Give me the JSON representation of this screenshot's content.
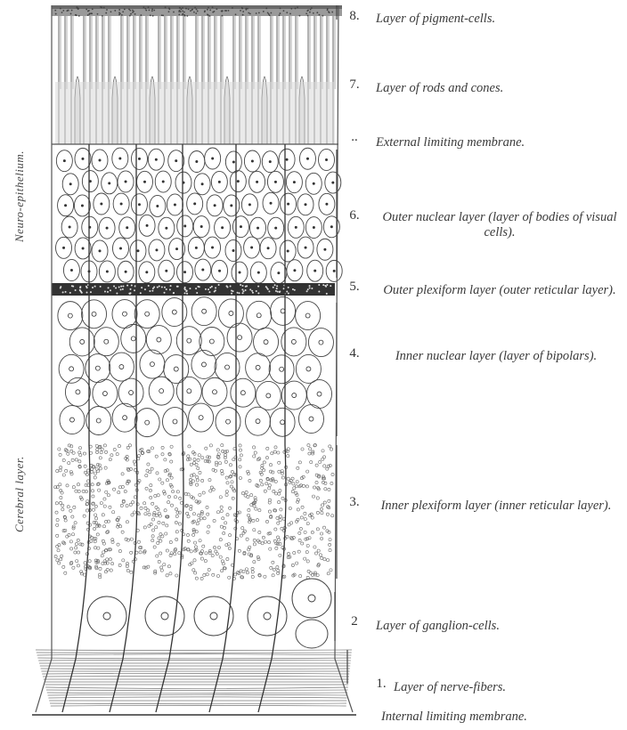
{
  "side_labels": {
    "upper": "Neuro-epithelium.",
    "lower": "Cerebral layer."
  },
  "layers": [
    {
      "number": "8.",
      "label": "Layer of pigment-cells."
    },
    {
      "number": "7.",
      "label": "Layer of rods and cones."
    },
    {
      "number": "..",
      "label": "External limiting membrane."
    },
    {
      "number": "6.",
      "label": "Outer nuclear layer (layer of bodies of visual cells)."
    },
    {
      "number": "5.",
      "label": "Outer plexiform layer (outer reticular layer)."
    },
    {
      "number": "4.",
      "label": "Inner nuclear layer (layer of bipolars)."
    },
    {
      "number": "3.",
      "label": "Inner plexiform layer (inner reticular layer)."
    },
    {
      "number": "2",
      "label": "Layer of ganglion-cells."
    },
    {
      "number": "1.",
      "label": "Layer of nerve-fibers."
    },
    {
      "number": "",
      "label": "Internal limiting membrane."
    }
  ]
}
